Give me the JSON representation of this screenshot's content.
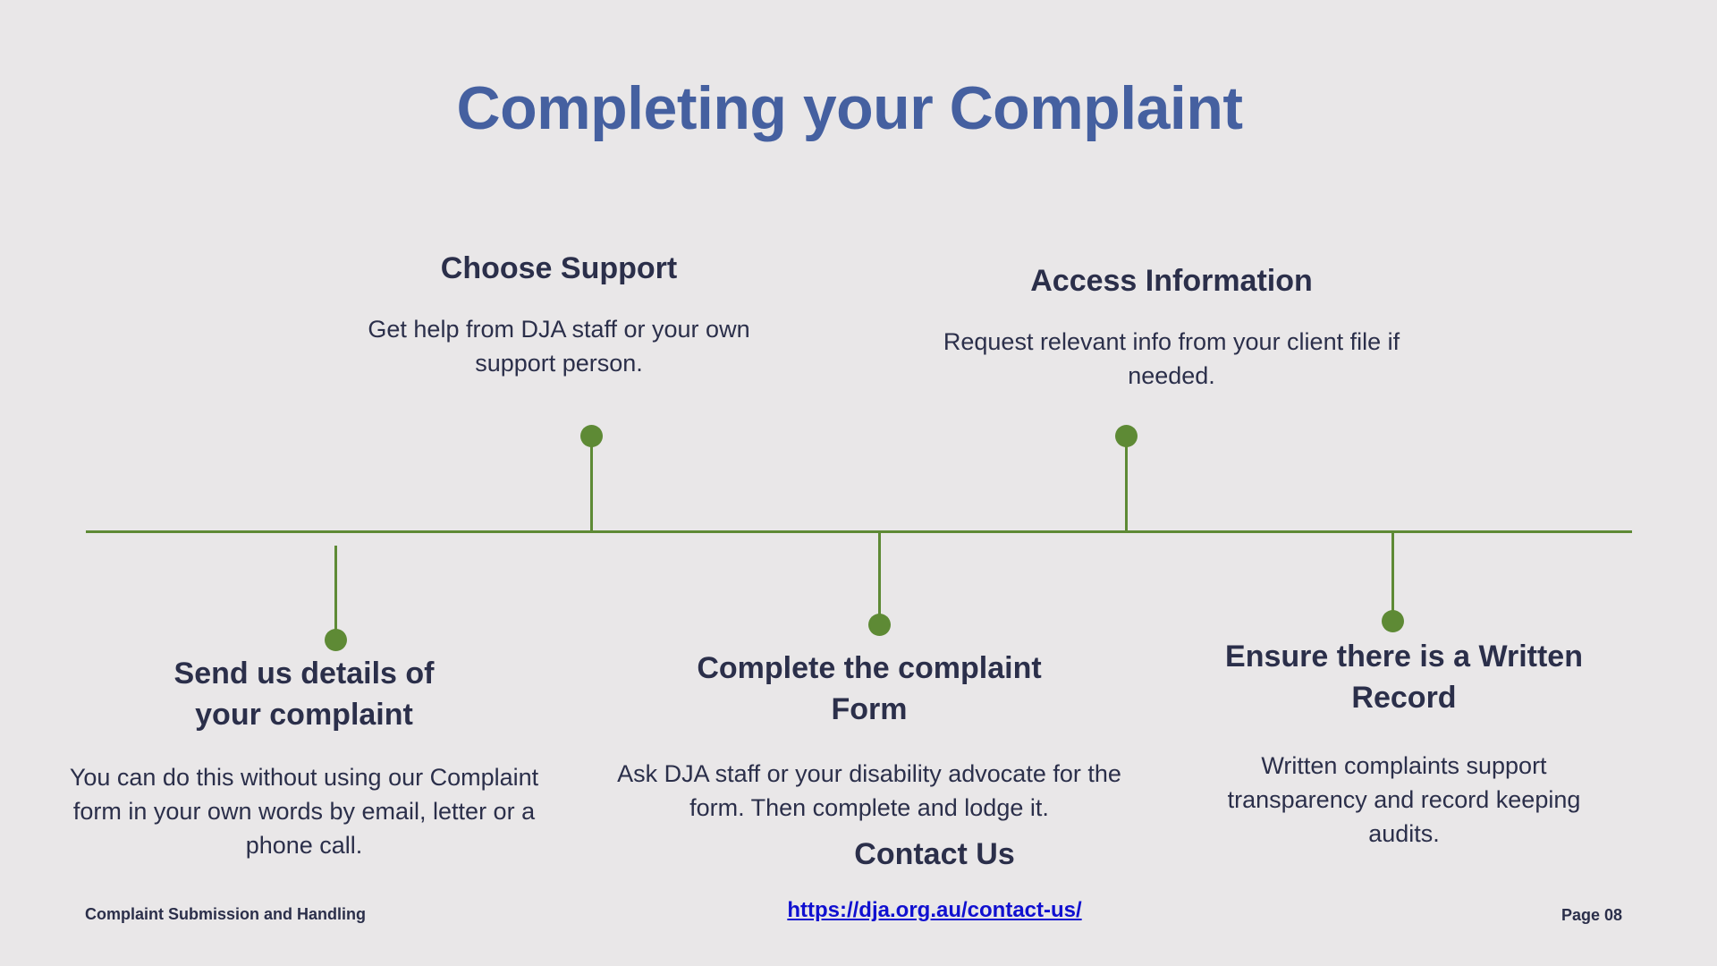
{
  "page": {
    "title": "Completing your Complaint"
  },
  "steps": [
    {
      "heading": "Send us details of your complaint",
      "description": "You can do this without using our Complaint form in your own words by email, letter or a phone call."
    },
    {
      "heading": "Choose Support",
      "description": "Get help from DJA staff or your own support person."
    },
    {
      "heading": "Complete the complaint Form",
      "description": "Ask DJA staff or your disability advocate for the form. Then complete and lodge it."
    },
    {
      "heading": "Access Information",
      "description": "Request relevant info from your client file if needed."
    },
    {
      "heading": "Ensure there is a Written Record",
      "description": "Written complaints support transparency and record keeping audits."
    }
  ],
  "contact": {
    "heading": "Contact Us",
    "link_text": "https://dja.org.au/contact-us/"
  },
  "footer": {
    "left_text": "Complaint Submission and Handling",
    "page_label": "Page 08"
  },
  "colors": {
    "title": "#4560a0",
    "timeline": "#5e8a35",
    "text": "#2b2f4a",
    "link": "#1010d0",
    "background": "#e9e7e8"
  }
}
